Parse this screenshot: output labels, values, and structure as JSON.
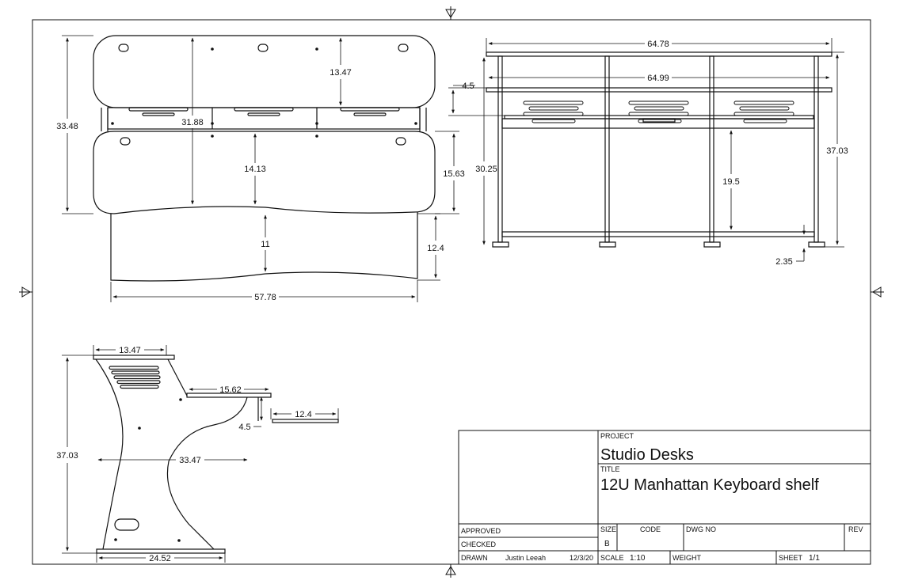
{
  "front_view": {
    "top_shelf_height": "13.47",
    "overall_height": "33.48",
    "panel_height": "31.88",
    "inner_height": "14.13",
    "side_height": "15.63",
    "base_height": "11",
    "base_side_height": "12.4",
    "overall_width": "57.78"
  },
  "rear_view": {
    "top_width": "64.78",
    "shelf_width": "64.99",
    "shelf_drop": "4.5",
    "frame_height": "30.25",
    "overall_height": "37.03",
    "leg_height": "19.5",
    "foot_height": "2.35"
  },
  "side_view": {
    "top_depth": "13.47",
    "overall_height": "37.03",
    "desk_depth": "15.62",
    "keyboard_depth": "12.4",
    "keyboard_drop": "4.5",
    "mid_depth": "33.47",
    "base_depth": "24.52"
  },
  "title_block": {
    "project_label": "PROJECT",
    "project": "Studio Desks",
    "title_label": "TITLE",
    "title": "12U Manhattan Keyboard shelf",
    "approved_label": "APPROVED",
    "checked_label": "CHECKED",
    "drawn_label": "DRAWN",
    "drawn_by": "Justin Leeah",
    "date": "12/3/20",
    "size_label": "SIZE",
    "size": "B",
    "code_label": "CODE",
    "dwg_label": "DWG NO",
    "rev_label": "REV",
    "scale_label": "SCALE",
    "scale": "1:10",
    "weight_label": "WEIGHT",
    "sheet_label": "SHEET",
    "sheet": "1/1"
  }
}
